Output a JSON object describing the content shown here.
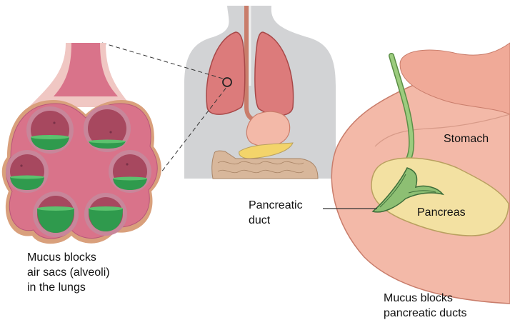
{
  "labels": {
    "stomach": "Stomach",
    "pancreas": "Pancreas",
    "pancreatic_duct": [
      "Pancreatic",
      "duct"
    ]
  },
  "captions": {
    "lungs": [
      "Mucus blocks",
      "air sacs (alveoli)",
      "in the lungs"
    ],
    "pancreas": [
      "Mucus blocks",
      "pancreatic ducts"
    ]
  },
  "colors": {
    "body_silhouette": "#d2d3d5",
    "lung": "#dc7b7b",
    "lung_outline": "#a84848",
    "airway_inner": "#d9738a",
    "airway_outer": "#f0c7c3",
    "alveolus_rim": "#c8869a",
    "alveolus_inner": "#a7485f",
    "mucus": "#2f9a4d",
    "mucus_light": "#5cc26e",
    "stomach": "#f3b9a8",
    "stomach_outline": "#c97d6b",
    "pancreas": "#f3e1a2",
    "pancreas_outline": "#b9a060",
    "duct": "#8dbf73",
    "duct_outline": "#3e6e3a",
    "intestine": "#d8b79b",
    "leader_line": "#333333"
  }
}
